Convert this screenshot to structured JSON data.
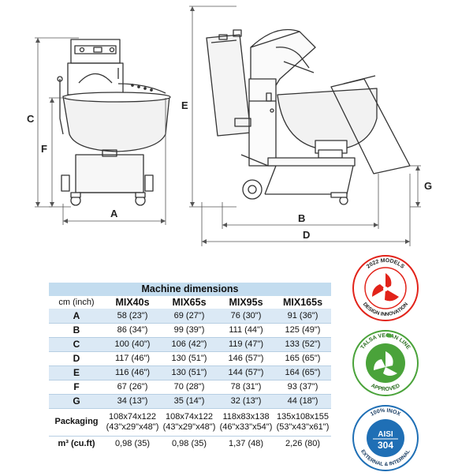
{
  "drawing": {
    "labels": {
      "A": "A",
      "B": "B",
      "C": "C",
      "D": "D",
      "E": "E",
      "F": "F",
      "G": "G"
    }
  },
  "table": {
    "title": "Machine dimensions",
    "unit_header": "cm (inch)",
    "models": [
      "MIX40s",
      "MIX65s",
      "MIX95s",
      "MIX165s"
    ],
    "rows": [
      {
        "label": "A",
        "values": [
          "58 (23\")",
          "69 (27\")",
          "76 (30\")",
          "91 (36\")"
        ]
      },
      {
        "label": "B",
        "values": [
          "86 (34\")",
          "99 (39\")",
          "111 (44\")",
          "125 (49\")"
        ]
      },
      {
        "label": "C",
        "values": [
          "100 (40\")",
          "106 (42\")",
          "119 (47\")",
          "133 (52\")"
        ]
      },
      {
        "label": "D",
        "values": [
          "117 (46\")",
          "130 (51\")",
          "146 (57\")",
          "165 (65\")"
        ]
      },
      {
        "label": "E",
        "values": [
          "116 (46\")",
          "130 (51\")",
          "144 (57\")",
          "164 (65\")"
        ]
      },
      {
        "label": "F",
        "values": [
          "67 (26\")",
          "70 (28\")",
          "78 (31\")",
          "93 (37\")"
        ]
      },
      {
        "label": "G",
        "values": [
          "34 (13\")",
          "35 (14\")",
          "32 (13\")",
          "44 (18\")"
        ]
      }
    ],
    "packaging": {
      "label": "Packaging",
      "values": [
        [
          "108x74x122",
          "(43\"x29\"x48\")"
        ],
        [
          "108x74x122",
          "(43\"x29\"x48\")"
        ],
        [
          "118x83x138",
          "(46\"x33\"x54\")"
        ],
        [
          "135x108x155",
          "(53\"x43\"x61\")"
        ]
      ]
    },
    "volume": {
      "label": "m³ (cu.ft)",
      "values": [
        "0,98 (35)",
        "0,98 (35)",
        "1,37 (48)",
        "2,26 (80)"
      ]
    }
  },
  "badges": [
    {
      "top_text": "2022 MODELS",
      "bottom_text": "DESIGN INNOVATION",
      "color": "#e2231a",
      "icon": "design-innovation-icon"
    },
    {
      "top_text": "TALSA VEGAN LINE",
      "bottom_text": "APPROVED",
      "color": "#4aa33a",
      "icon": "vegan-leaf-icon"
    },
    {
      "top_text": "100% INOX",
      "bottom_text": "EXTERNAL & INTERNAL",
      "center_top": "AISI",
      "center_bottom": "304",
      "color": "#1f6fb5",
      "icon": "inox-icon"
    }
  ]
}
